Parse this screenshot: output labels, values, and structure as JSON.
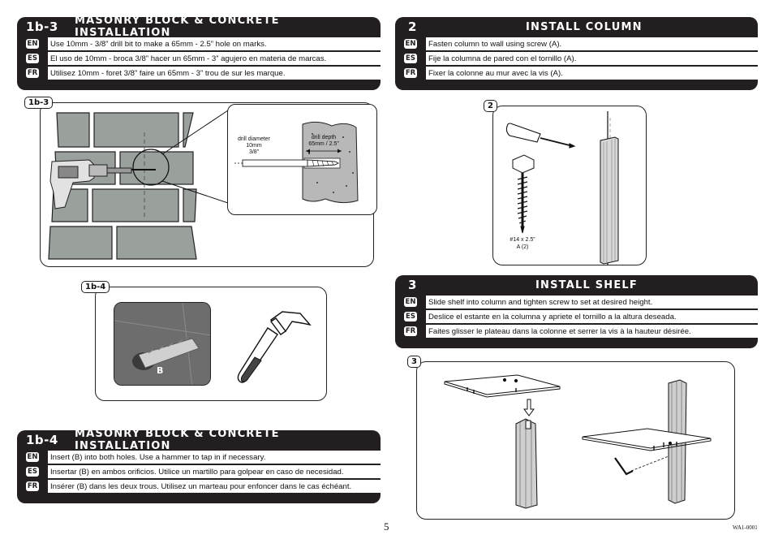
{
  "panels": {
    "p1b3": {
      "step": "1b-3",
      "title": "MASONRY BLOCK & CONCRETE INSTALLATION",
      "rows": [
        {
          "lang": "EN",
          "text": "Use 10mm - 3/8” drill bit to make a 65mm - 2.5” hole on marks."
        },
        {
          "lang": "ES",
          "text": "El uso de 10mm - broca 3/8” hacer un 65mm - 3” agujero en materia de marcas."
        },
        {
          "lang": "FR",
          "text": "Utilisez 10mm - foret 3/8” faire un 65mm - 3” trou de sur les marque."
        }
      ]
    },
    "p2": {
      "step": "2",
      "title": "INSTALL COLUMN",
      "rows": [
        {
          "lang": "EN",
          "text": "Fasten column to wall using screw (A)."
        },
        {
          "lang": "ES",
          "text": "Fije la columna de pared con el tornillo (A)."
        },
        {
          "lang": "FR",
          "text": "Fixer la colonne au mur avec la vis (A)."
        }
      ]
    },
    "p3": {
      "step": "3",
      "title": "INSTALL SHELF",
      "rows": [
        {
          "lang": "EN",
          "text": "Slide shelf into column and tighten screw to set at desired height."
        },
        {
          "lang": "ES",
          "text": "Deslice el estante en la columna y apriete el tornillo a la altura deseada."
        },
        {
          "lang": "FR",
          "text": "Faites glisser le plateau dans la colonne et serrer la vis à la hauteur désirée."
        }
      ]
    },
    "p1b4": {
      "step": "1b-4",
      "title": "MASONRY BLOCK & CONCRETE INSTALLATION",
      "rows": [
        {
          "lang": "EN",
          "text": "Insert (B) into both holes.  Use a hammer to tap in if necessary."
        },
        {
          "lang": "ES",
          "text": "Insertar (B) en ambos orificios. Utilice un martillo para golpear en caso de necesidad."
        },
        {
          "lang": "FR",
          "text": "Insérer (B) dans les deux trous. Utilisez un marteau pour enfoncer dans le cas échéant."
        }
      ]
    }
  },
  "figures": {
    "fig1b3": {
      "label": "1b-3",
      "drill_diameter": [
        "drill diameter",
        "10mm",
        "3/8”"
      ],
      "drill_depth": [
        "drill depth",
        "65mm / 2.5”"
      ]
    },
    "fig1b4": {
      "label": "1b-4",
      "part": "B"
    },
    "fig2": {
      "label": "2",
      "screw": [
        "#14 x 2.5”",
        "A (2)"
      ]
    },
    "fig3": {
      "label": "3"
    }
  },
  "footer": {
    "page_number": "5",
    "doc_id": "WA1-0001"
  }
}
